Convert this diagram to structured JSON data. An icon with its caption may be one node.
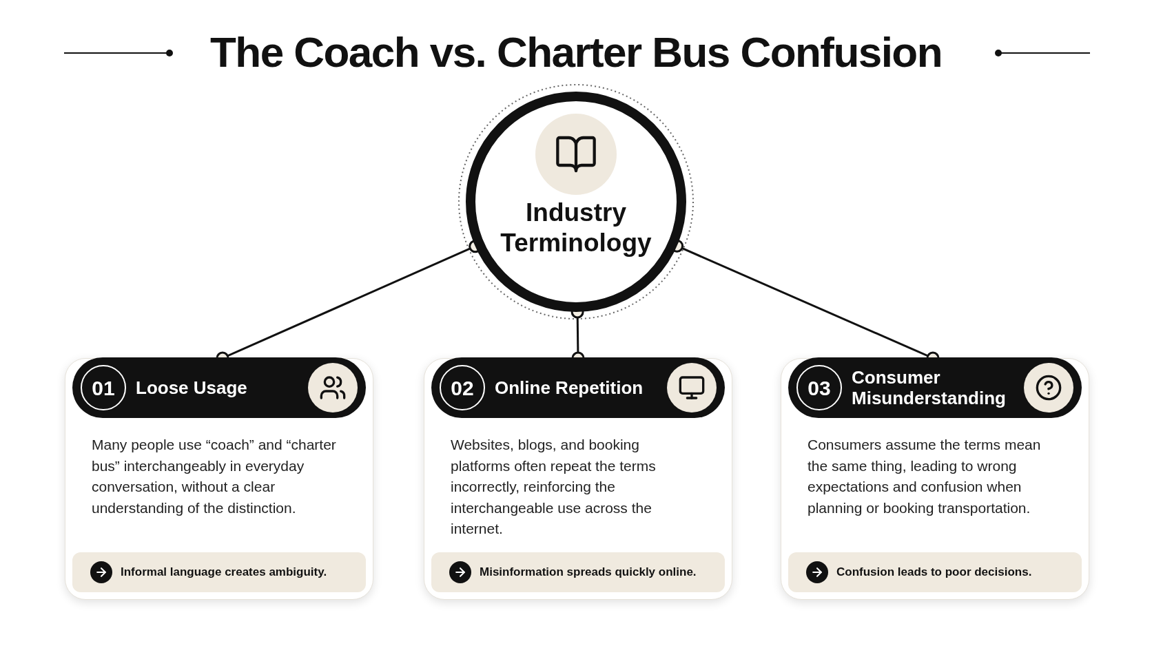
{
  "diagram": {
    "title": "The Coach vs. Charter Bus Confusion",
    "nodes": [
      {
        "text": [
          "Industry Terminology"
        ]
      },
      {
        "text": [
          "01",
          "Loose Usage",
          "Many people use “coach” and “charter bus” interchangeably in everyday conversation, without a clear understanding of the distinction.",
          "Informal language creates ambiguity."
        ]
      },
      {
        "text": [
          "02",
          "Online Repetition",
          "Websites, blogs, and booking platforms often repeat the terms incorrectly, reinforcing the interchangeable use across the internet.",
          "Misinformation spreads quickly online."
        ]
      },
      {
        "text": [
          "03",
          "Consumer Misunderstanding",
          "Consumers assume the terms mean the same thing, leading to wrong expectations and confusion when planning or booking transportation.",
          "Confusion leads to poor decisions."
        ]
      }
    ],
    "edges": [
      {
        "from": 0,
        "to": 1,
        "arrow": "other"
      },
      {
        "from": 0,
        "to": 2,
        "arrow": "other"
      },
      {
        "from": 0,
        "to": 3,
        "arrow": "other"
      }
    ]
  }
}
